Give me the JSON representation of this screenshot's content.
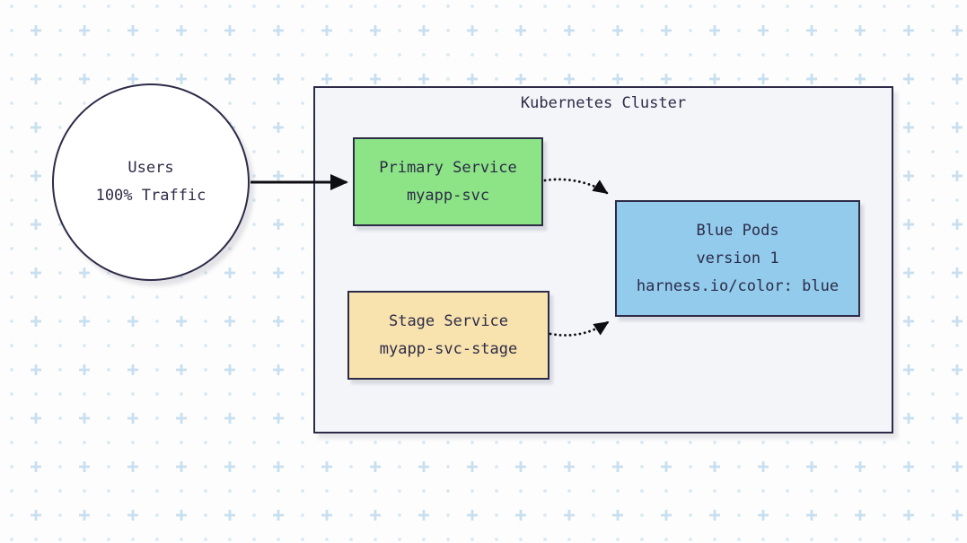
{
  "diagram": {
    "cluster": {
      "title": "Kubernetes Cluster"
    },
    "nodes": {
      "users": {
        "line1": "Users",
        "line2": "100% Traffic"
      },
      "primary_service": {
        "line1": "Primary Service",
        "line2": "myapp-svc"
      },
      "stage_service": {
        "line1": "Stage Service",
        "line2": "myapp-svc-stage"
      },
      "blue_pods": {
        "line1": "Blue Pods",
        "line2": "version 1",
        "line3": "harness.io/color: blue"
      }
    },
    "edges": [
      {
        "from": "users",
        "to": "primary_service",
        "style": "solid-arrow"
      },
      {
        "from": "primary_service",
        "to": "blue_pods",
        "style": "dotted-arrow"
      },
      {
        "from": "stage_service",
        "to": "blue_pods",
        "style": "dotted-arrow"
      }
    ],
    "colors": {
      "primary_service_fill": "#8ce487",
      "stage_service_fill": "#f8e3ae",
      "blue_pods_fill": "#92cbec",
      "cluster_fill": "#f4f5f9",
      "node_border": "#2d2b47",
      "arrow": "#0d0d12",
      "pattern_dot": "#d8e9f3",
      "pattern_plus": "#c8dff0",
      "background": "#fdfdfd"
    }
  }
}
